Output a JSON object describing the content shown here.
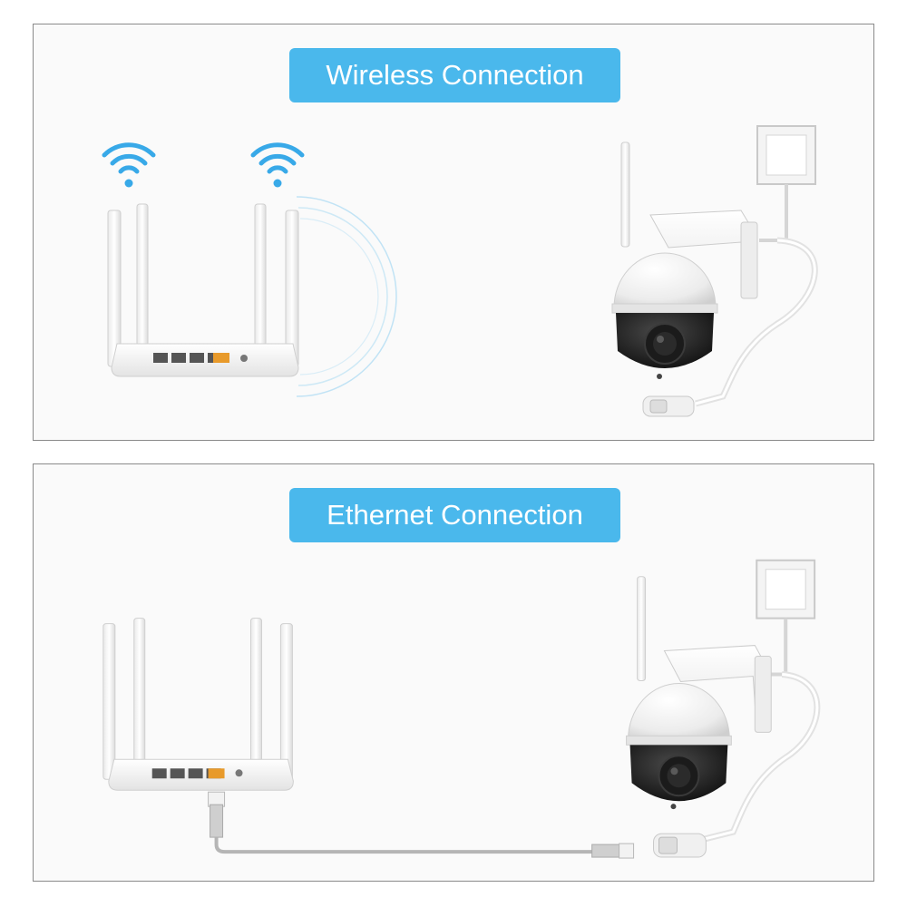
{
  "colors": {
    "accent": "#4ab8ec",
    "wifi": "#38a9e8",
    "panel_border": "#8a8a8a"
  },
  "wireless": {
    "title": "Wireless Connection"
  },
  "ethernet": {
    "title": "Ethernet Connection"
  },
  "icons": [
    "wifi-icon",
    "router",
    "ptz-camera",
    "wall-socket",
    "ethernet-cable"
  ]
}
